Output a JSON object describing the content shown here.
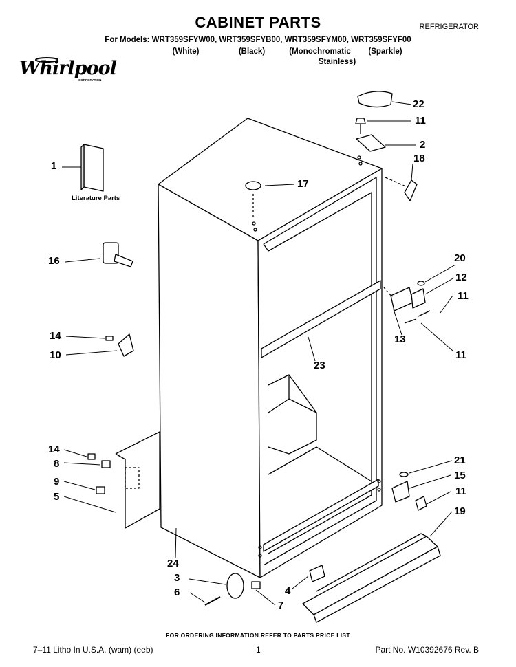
{
  "header": {
    "title": "CABINET PARTS",
    "category": "REFRIGERATOR",
    "models_line": "For Models: WRT359SFYW00, WRT359SFYB00, WRT359SFYM00, WRT359SFYF00",
    "variants": [
      "(White)",
      "(Black)",
      "(Monochromatic",
      "(Sparkle)"
    ],
    "variant_line2": "Stainless)"
  },
  "brand": {
    "logo_text": "Whirlpool",
    "logo_sub": "CORPORATION"
  },
  "diagram": {
    "literature_label": "Literature Parts",
    "callouts": [
      "22",
      "11",
      "2",
      "18",
      "1",
      "17",
      "16",
      "20",
      "12",
      "11",
      "13",
      "11",
      "14",
      "10",
      "23",
      "14",
      "8",
      "9",
      "5",
      "21",
      "15",
      "11",
      "19",
      "24",
      "3",
      "4",
      "6",
      "7"
    ]
  },
  "footer": {
    "order_info": "FOR ORDERING INFORMATION REFER TO PARTS PRICE LIST",
    "litho": "7–11 Litho In U.S.A. (wam) (eeb)",
    "page": "1",
    "part_no": "Part No. W10392676 Rev. B"
  }
}
